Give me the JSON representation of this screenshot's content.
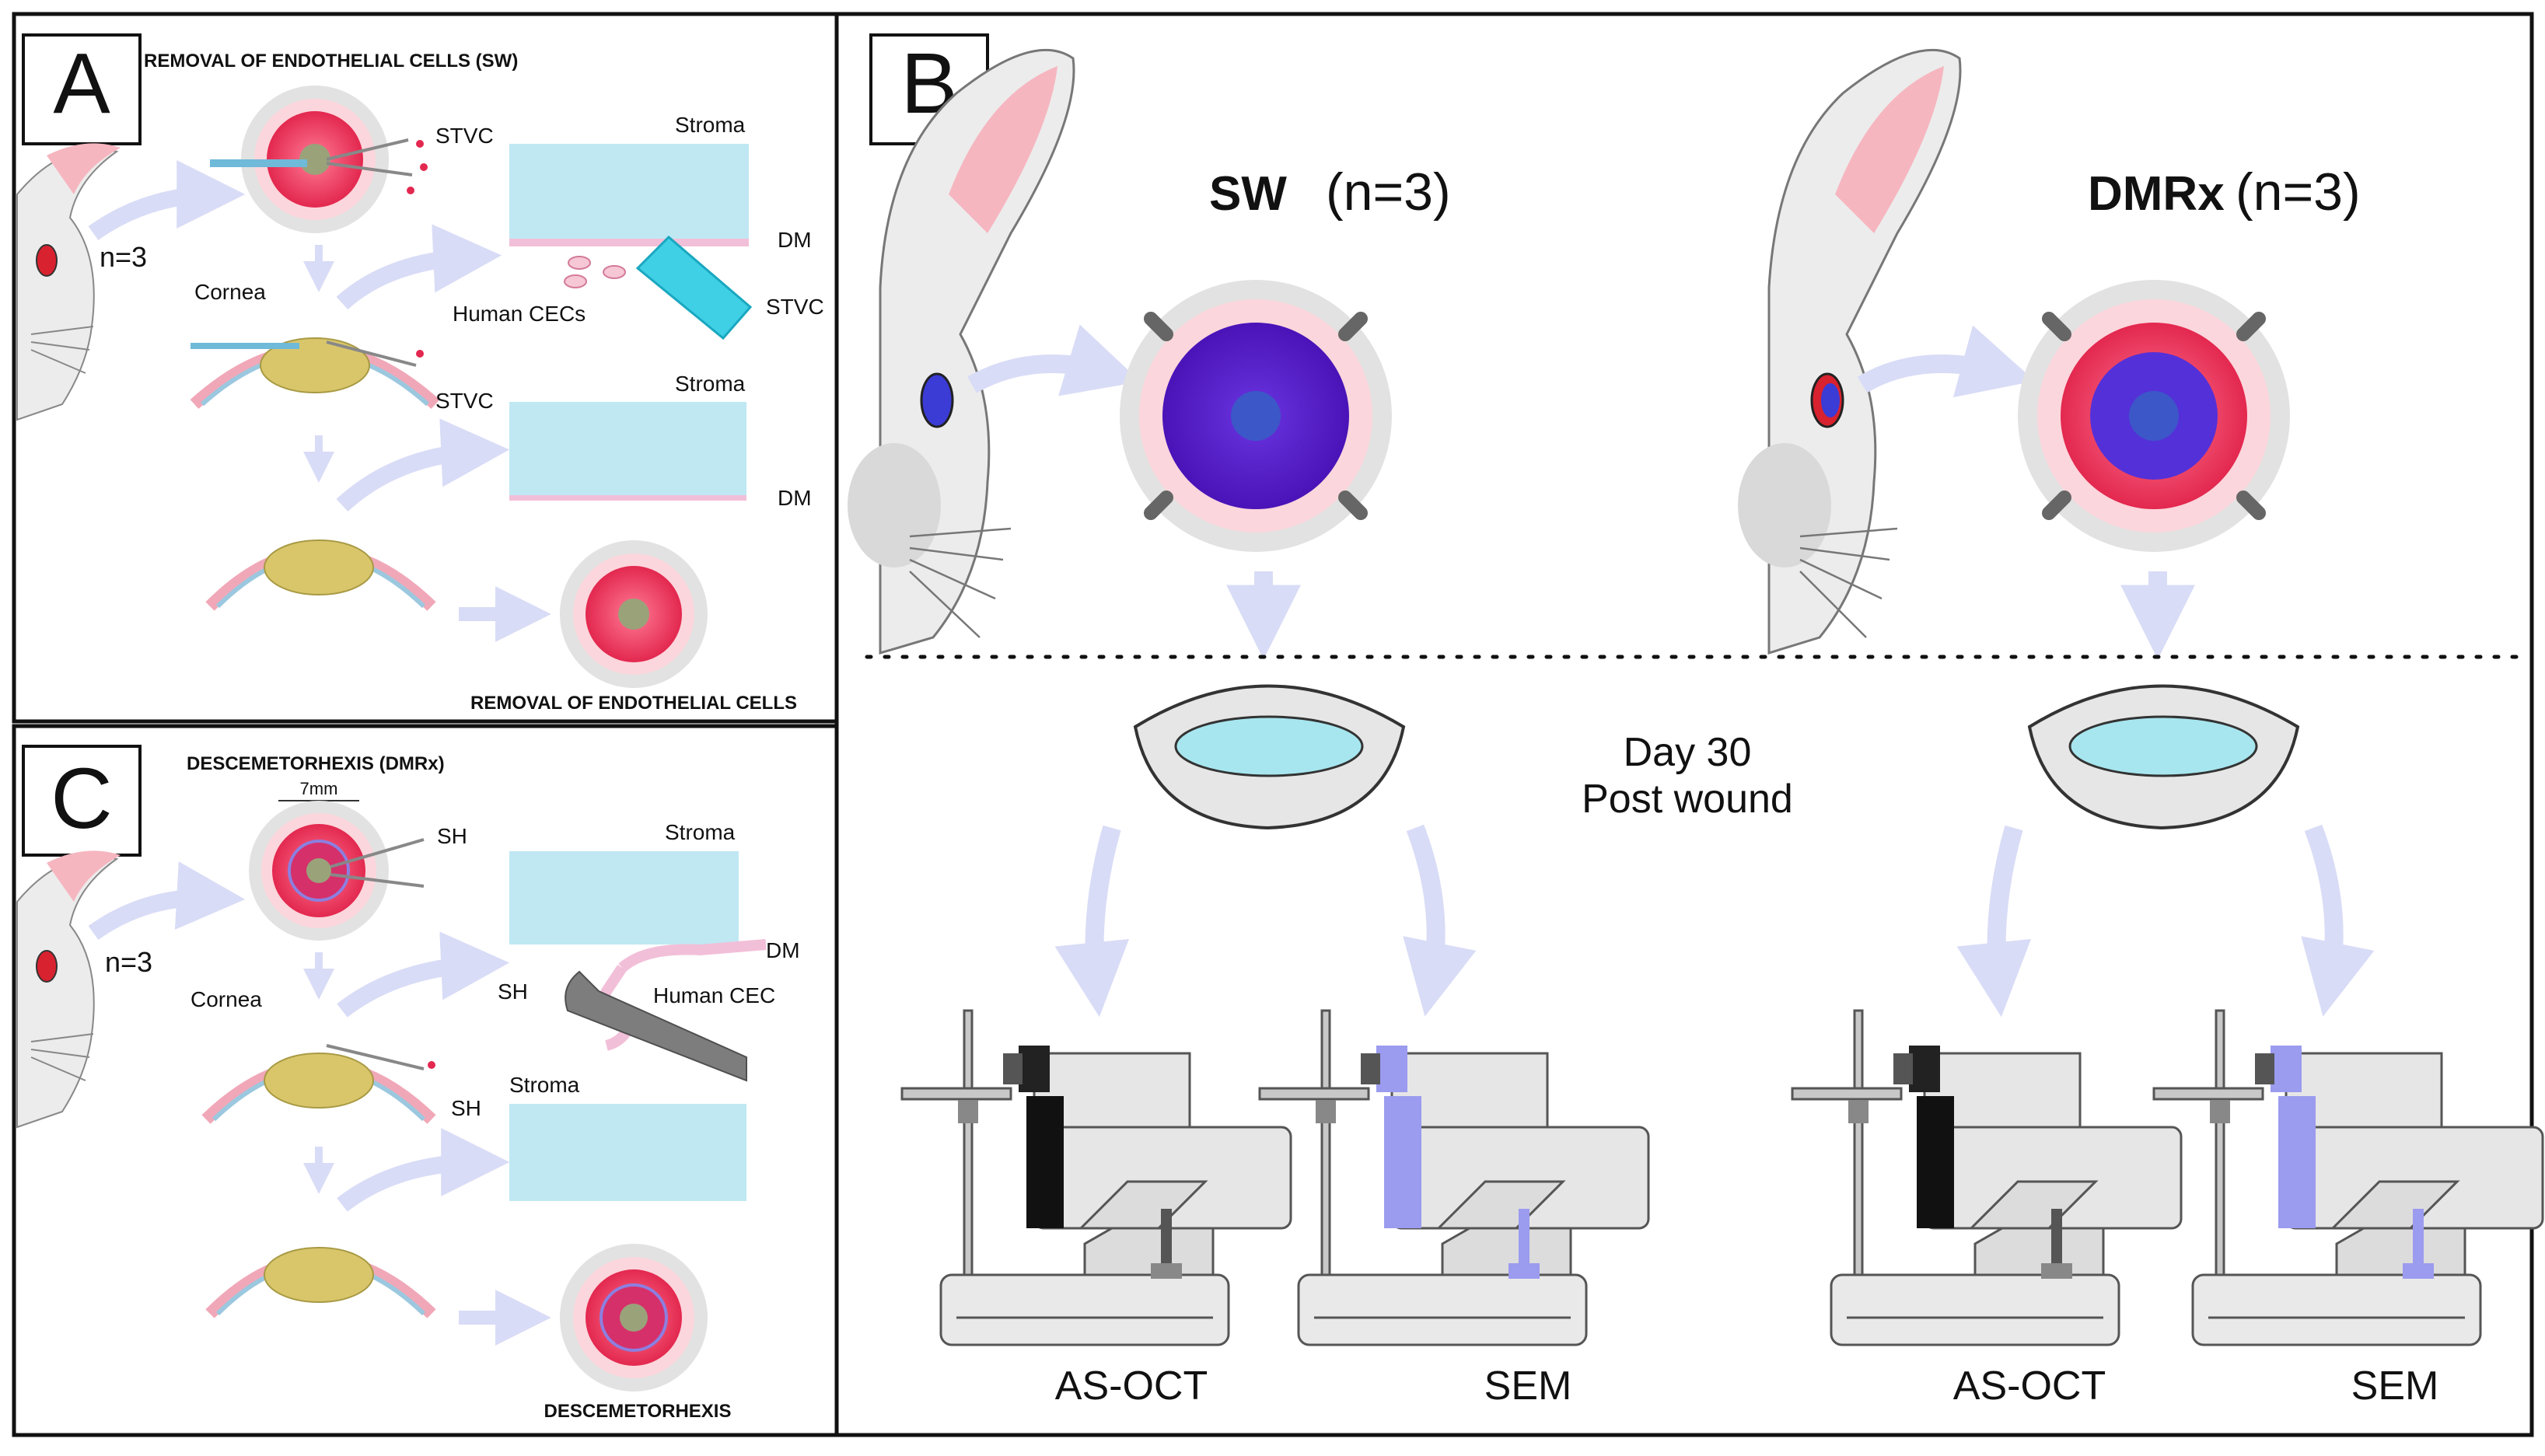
{
  "panel_a": {
    "letter": "A",
    "title": "REMOVAL OF ENDOTHELIAL CELLS (SW)",
    "n_label": "n=3",
    "labels": {
      "stvc_top": "STVC",
      "cornea": "Cornea",
      "stvc_mid": "STVC",
      "human_cecs": "Human CECs",
      "stroma_1": "Stroma",
      "dm_1": "DM",
      "stvc_tool": "STVC",
      "stroma_2": "Stroma",
      "dm_2": "DM"
    },
    "caption": "REMOVAL OF ENDOTHELIAL CELLS"
  },
  "panel_b": {
    "letter": "B",
    "groups": [
      {
        "name": "SW",
        "n": "(n=3)"
      },
      {
        "name": "DMRx",
        "n": "(n=3)"
      }
    ],
    "timepoint_line1": "Day 30",
    "timepoint_line2": "Post wound",
    "devices": [
      "AS-OCT",
      "SEM",
      "AS-OCT",
      "SEM"
    ]
  },
  "panel_c": {
    "letter": "C",
    "title": "DESCEMETORHEXIS (DMRx)",
    "measure": "7mm",
    "n_label": "n=3",
    "labels": {
      "sh_top": "SH",
      "cornea": "Cornea",
      "sh_mid": "SH",
      "stroma_1": "Stroma",
      "dm": "DM",
      "sh_tool": "SH",
      "human_cec": "Human CEC",
      "stroma_2": "Stroma"
    },
    "caption": "DESCEMETORHEXIS"
  },
  "colors": {
    "arrow": "#d9dcf6",
    "stroma": "#bfe8f3",
    "dm": "#f2bfd8",
    "pupil_red": "#e83a5f",
    "sw_iris": "#5a1fc7",
    "tool_cyan": "#3fd0e6",
    "machine_grey": "#e6e6e6",
    "sem_blue": "#9b9bef"
  }
}
